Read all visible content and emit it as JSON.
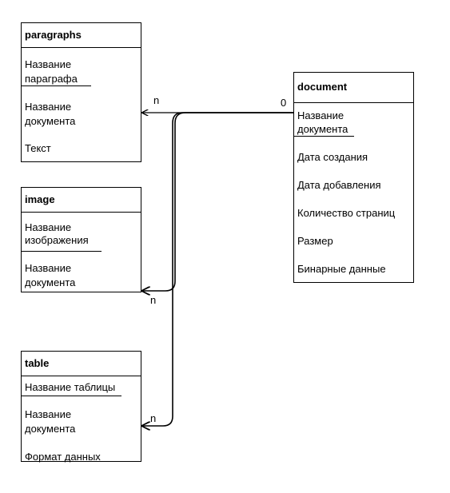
{
  "entities": {
    "paragraphs": {
      "title": "paragraphs",
      "key_field": [
        "Название",
        "параграфа"
      ],
      "fields": [
        [
          "Название",
          "документа"
        ],
        [
          "Текст"
        ]
      ]
    },
    "image": {
      "title": "image",
      "key_field": [
        "Название",
        "изображения"
      ],
      "fields": [
        [
          "Название",
          "документа"
        ]
      ]
    },
    "table": {
      "title": "table",
      "key_field": [
        "Название таблицы"
      ],
      "fields": [
        [
          "Название",
          "документа"
        ],
        [
          "Формат данных"
        ]
      ]
    },
    "document": {
      "title": "document",
      "key_field": [
        "Название",
        "документа"
      ],
      "fields": [
        [
          "Дата создания"
        ],
        [
          "Дата добавления"
        ],
        [
          "Количество страниц"
        ],
        [
          "Размер"
        ],
        [
          "Бинарные данные"
        ]
      ]
    }
  },
  "relations": {
    "document_cardinality": "0",
    "paragraphs_cardinality": "n",
    "image_cardinality": "n",
    "table_cardinality": "n"
  },
  "colors": {
    "line": "#000000",
    "background": "#ffffff"
  }
}
